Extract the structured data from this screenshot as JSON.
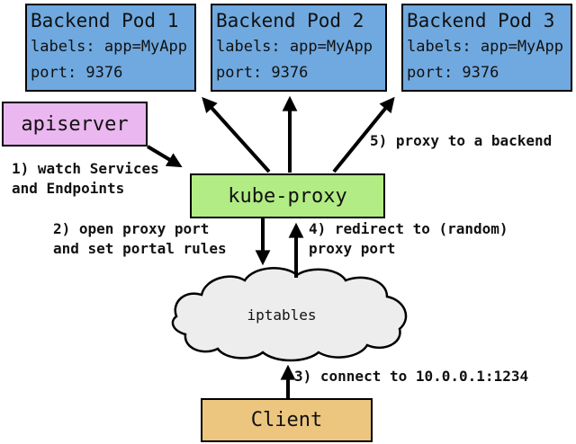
{
  "colors": {
    "pod_fill": "#70a9df",
    "apiserver_fill": "#ebb7f0",
    "kube_proxy_fill": "#b2ec84",
    "client_fill": "#ecc57f",
    "cloud_fill": "#ededed",
    "line_color": "#000000"
  },
  "pods": [
    {
      "title": "Backend Pod 1",
      "labels": "labels: app=MyApp",
      "port": "port: 9376"
    },
    {
      "title": "Backend Pod 2",
      "labels": "labels: app=MyApp",
      "port": "port: 9376"
    },
    {
      "title": "Backend Pod 3",
      "labels": "labels: app=MyApp",
      "port": "port: 9376"
    }
  ],
  "nodes": {
    "apiserver": "apiserver",
    "kube_proxy": "kube-proxy",
    "iptables": "iptables",
    "client": "Client"
  },
  "annotations": {
    "step1": "1) watch Services\nand Endpoints",
    "step2": "2) open proxy port\nand set portal rules",
    "step3": "3) connect to 10.0.0.1:1234",
    "step4": "4) redirect to (random)\nproxy port",
    "step5": "5) proxy to a backend"
  }
}
